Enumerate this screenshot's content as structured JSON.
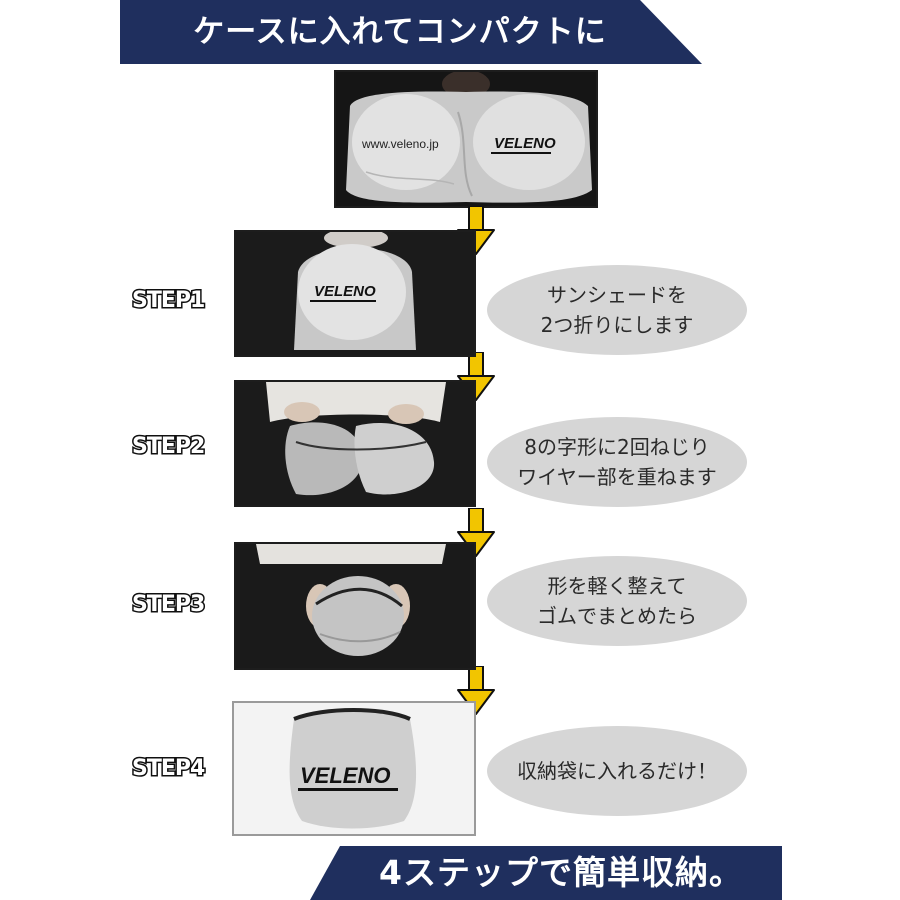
{
  "header": {
    "title": "ケースに入れてコンパクトに"
  },
  "footer": {
    "title": "4ステップで簡単収納。"
  },
  "hero": {
    "print_url": "www.veleno.jp",
    "brand_logo": "VELENO"
  },
  "steps": [
    {
      "label": "STEP1",
      "lines": [
        "サンシェードを",
        "2つ折りにします"
      ]
    },
    {
      "label": "STEP2",
      "lines": [
        "8の字形に2回ねじり",
        "ワイヤー部を重ねます"
      ]
    },
    {
      "label": "STEP3",
      "lines": [
        "形を軽く整えて",
        "ゴムでまとめたら"
      ]
    },
    {
      "label": "STEP4",
      "lines": [
        "収納袋に入れるだけ！"
      ]
    }
  ],
  "icons": {
    "arrow": "arrow-down-icon"
  },
  "colors": {
    "banner": "#1f2f5e",
    "arrow": "#f2c500",
    "bubble": "#d6d6d6",
    "photo_bg": "#1a1a1a"
  }
}
